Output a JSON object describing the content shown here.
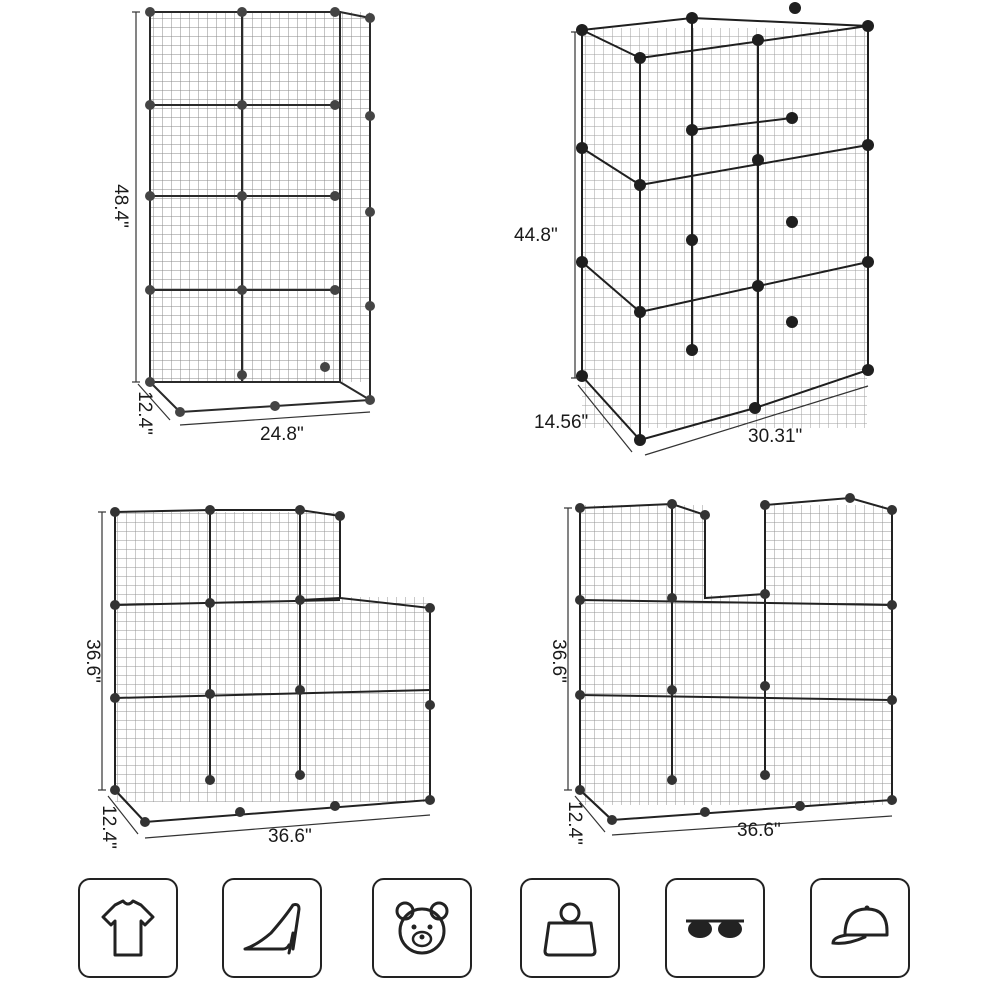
{
  "configurations": [
    {
      "name": "tall-2x4",
      "height": "48.4\"",
      "depth": "12.4\"",
      "width": "24.8\""
    },
    {
      "name": "angled-2x3",
      "height": "44.8\"",
      "depth": "14.56\"",
      "width": "30.31\""
    },
    {
      "name": "step-3-3",
      "height": "36.6\"",
      "depth": "12.4\"",
      "width": "36.6\""
    },
    {
      "name": "u-shape",
      "height": "36.6\"",
      "depth": "12.4\"",
      "width": "36.6\""
    }
  ],
  "icons": [
    "tshirt-icon",
    "high-heel-icon",
    "teddy-bear-icon",
    "handbag-icon",
    "sunglasses-icon",
    "cap-icon"
  ],
  "colors": {
    "wire": "#2a2a2a",
    "connector": "#555555",
    "background": "#ffffff"
  }
}
